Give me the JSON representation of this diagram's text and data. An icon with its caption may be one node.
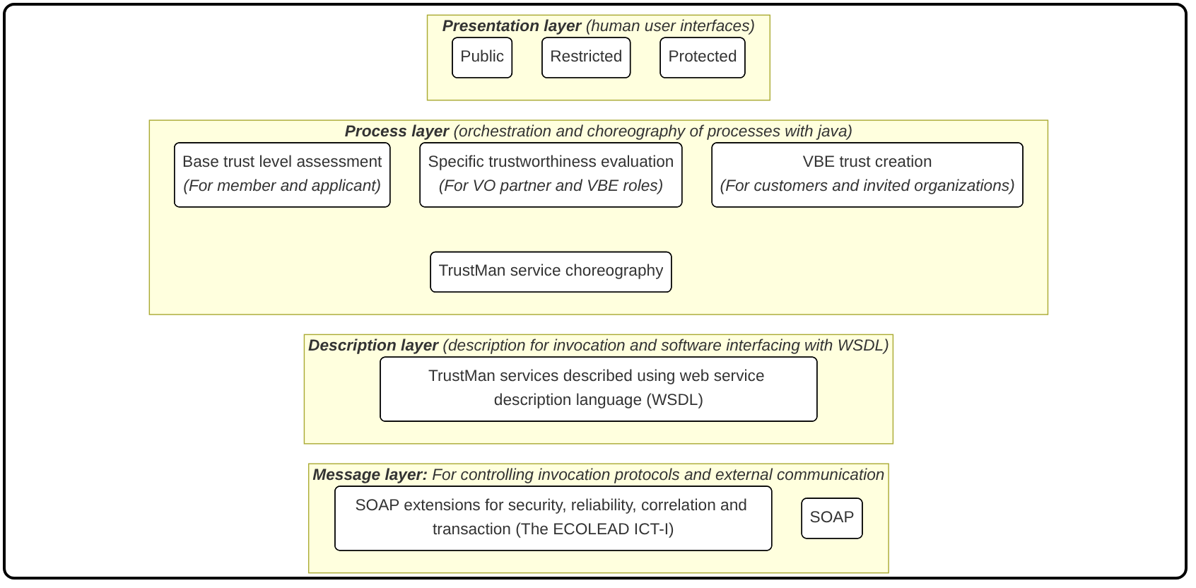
{
  "diagram": {
    "nodes": [
      {
        "text": [
          "Presentation layer",
          "(human user interfaces)"
        ]
      },
      {
        "text": [
          "Public"
        ],
        "in": 0
      },
      {
        "text": [
          "Restricted"
        ],
        "in": 0
      },
      {
        "text": [
          "Protected"
        ],
        "in": 0
      },
      {
        "text": [
          "Process layer",
          "(orchestration and choreography of processes with java)"
        ]
      },
      {
        "text": [
          "Base trust level assessment",
          "(For member and applicant)"
        ],
        "in": 4
      },
      {
        "text": [
          "Specific trustworthiness evaluation",
          "(For VO partner and VBE roles)"
        ],
        "in": 4
      },
      {
        "text": [
          "VBE trust creation",
          "(For customers and invited organizations)"
        ],
        "in": 4
      },
      {
        "text": [
          "TrustMan service choreography"
        ],
        "in": 4
      },
      {
        "text": [
          "Description layer",
          "(description for invocation and software interfacing with WSDL)"
        ]
      },
      {
        "text": [
          "TrustMan services described using web service description language (WSDL)"
        ],
        "in": 9
      },
      {
        "text": [
          "Message layer:",
          "For controlling invocation protocols and external communication"
        ]
      },
      {
        "text": [
          "SOAP extensions for security, reliability, correlation and transaction (The ECOLEAD ICT-I)"
        ],
        "in": 11
      },
      {
        "text": [
          "SOAP"
        ],
        "in": 11
      }
    ]
  }
}
